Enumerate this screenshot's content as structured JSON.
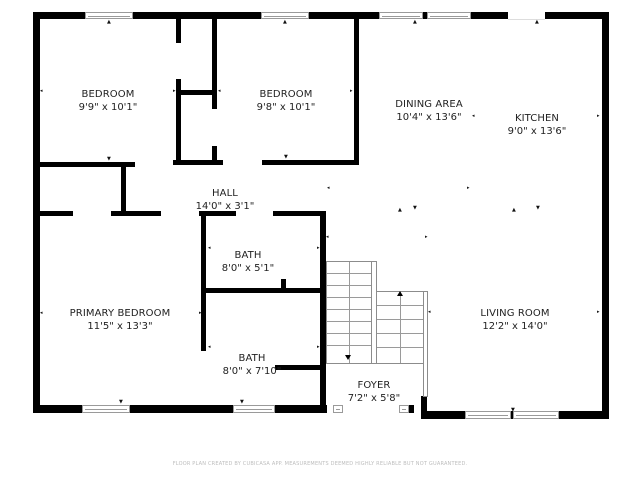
{
  "floor_plan": {
    "rooms": [
      {
        "id": "bedroom-1",
        "name": "BEDROOM",
        "dimensions": "9'9\" x 10'1\""
      },
      {
        "id": "bedroom-2",
        "name": "BEDROOM",
        "dimensions": "9'8\" x 10'1\""
      },
      {
        "id": "dining-area",
        "name": "DINING AREA",
        "dimensions": "10'4\" x 13'6\""
      },
      {
        "id": "kitchen",
        "name": "KITCHEN",
        "dimensions": "9'0\" x 13'6\""
      },
      {
        "id": "hall",
        "name": "HALL",
        "dimensions": "14'0\" x 3'1\""
      },
      {
        "id": "bath-1",
        "name": "BATH",
        "dimensions": "8'0\" x 5'1\""
      },
      {
        "id": "primary-bedroom",
        "name": "PRIMARY BEDROOM",
        "dimensions": "11'5\" x 13'3\""
      },
      {
        "id": "bath-2",
        "name": "BATH",
        "dimensions": "8'0\" x 7'10\""
      },
      {
        "id": "living-room",
        "name": "LIVING ROOM",
        "dimensions": "12'2\" x 14'0\""
      },
      {
        "id": "foyer",
        "name": "FOYER",
        "dimensions": "7'2\" x 5'8\""
      }
    ],
    "colors": {
      "wall": "#000000",
      "window": "#9a9a9a",
      "background": "#ffffff",
      "text": "#222222",
      "footer_text": "#bdbdbd"
    }
  },
  "footer": {
    "disclaimer": "FLOOR PLAN CREATED BY CUBICASA APP. MEASUREMENTS DEEMED HIGHLY RELIABLE BUT NOT GUARANTEED."
  }
}
